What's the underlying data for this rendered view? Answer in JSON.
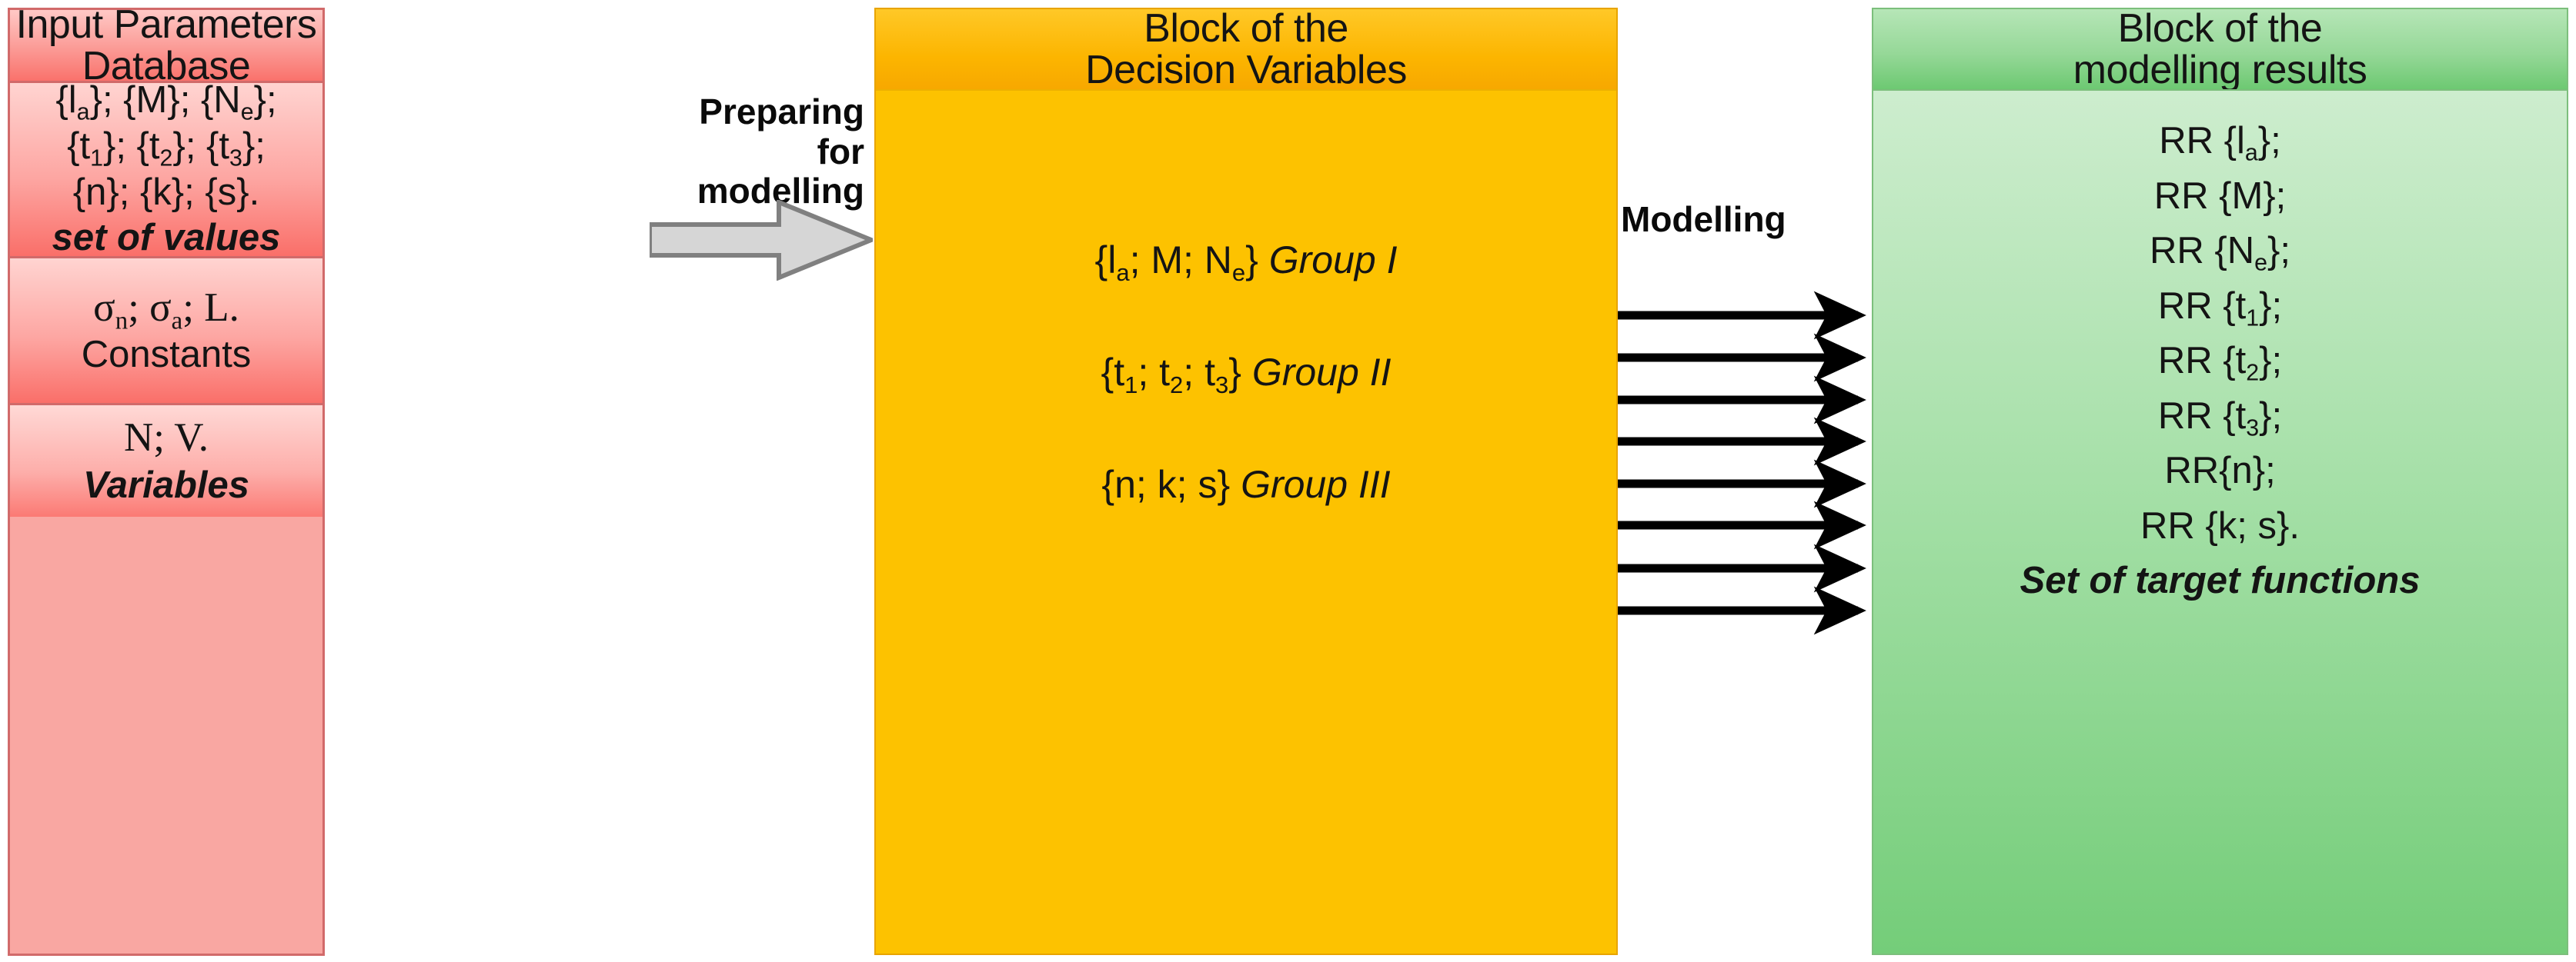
{
  "diagram": {
    "title": "Modelling workflow: input parameters to modelling results",
    "colors": {
      "input_block": "#fa6f69",
      "decision_block": "#fcc200",
      "results_block": "#8fd694",
      "grey_arrow_fill": "#d4d4d4",
      "grey_arrow_stroke": "#7f7f7f",
      "thin_arrow": "#000000"
    }
  },
  "input_block": {
    "header": {
      "line1": "Input Parameters",
      "line2": "Database"
    },
    "sets_cell": {
      "line1": "{la}; {M}; {Ne};",
      "line2": "{t1}; {t2}; {t3};",
      "line3": "{n}; {k}; {s}.",
      "caption": "set of values"
    },
    "constants_cell": {
      "line1": "σn; σa; L.",
      "caption": "Constants"
    },
    "variables_cell": {
      "line1": "N; V.",
      "caption": "Variables"
    }
  },
  "connector_preparing": {
    "label_line1": "Preparing",
    "label_line2": "for",
    "label_line3": "modelling",
    "arrow_icon": "block-arrow-right"
  },
  "decision_block": {
    "header": {
      "line1": "Block of the",
      "line2": "Decision Variables"
    },
    "groups": [
      {
        "members": "{la; M; Ne}",
        "name": "Group I"
      },
      {
        "members": "{t1; t2; t3}",
        "name": "Group II"
      },
      {
        "members": "{n; k; s}",
        "name": "Group III"
      }
    ]
  },
  "connector_modelling": {
    "label": "Modelling",
    "arrow_icon": "arrow-right",
    "arrow_count": 8
  },
  "results_block": {
    "header": {
      "line1": "Block of the",
      "line2": "modelling results"
    },
    "results": [
      "RR {la};",
      "RR {M};",
      "RR {Ne};",
      "RR {t1};",
      "RR {t2};",
      "RR {t3};",
      "RR{n};",
      "RR {k; s}."
    ],
    "caption": "Set of target functions"
  }
}
